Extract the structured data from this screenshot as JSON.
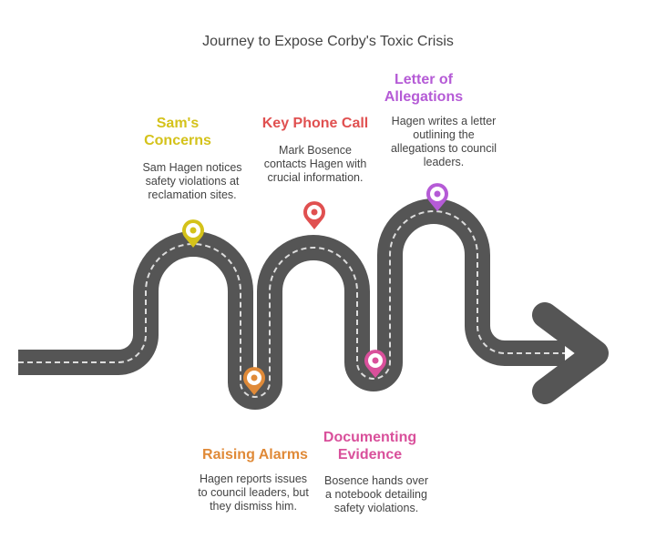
{
  "title": "Journey to Expose Corby's Toxic Crisis",
  "stages": [
    {
      "title": "Sam's Concerns",
      "description": "Sam Hagen notices safety violations at reclamation sites.",
      "color": "#d4c21a"
    },
    {
      "title": "Raising Alarms",
      "description": "Hagen reports issues to council leaders, but they dismiss him.",
      "color": "#e08a38"
    },
    {
      "title": "Key Phone Call",
      "description": "Mark Bosence contacts Hagen with crucial information.",
      "color": "#e05050"
    },
    {
      "title": "Documenting Evidence",
      "description": "Bosence hands over a notebook detailing safety violations.",
      "color": "#d9509b"
    },
    {
      "title": "Letter of Allegations",
      "description": "Hagen writes a letter outlining the allegations to council leaders.",
      "color": "#b55bd6"
    }
  ]
}
